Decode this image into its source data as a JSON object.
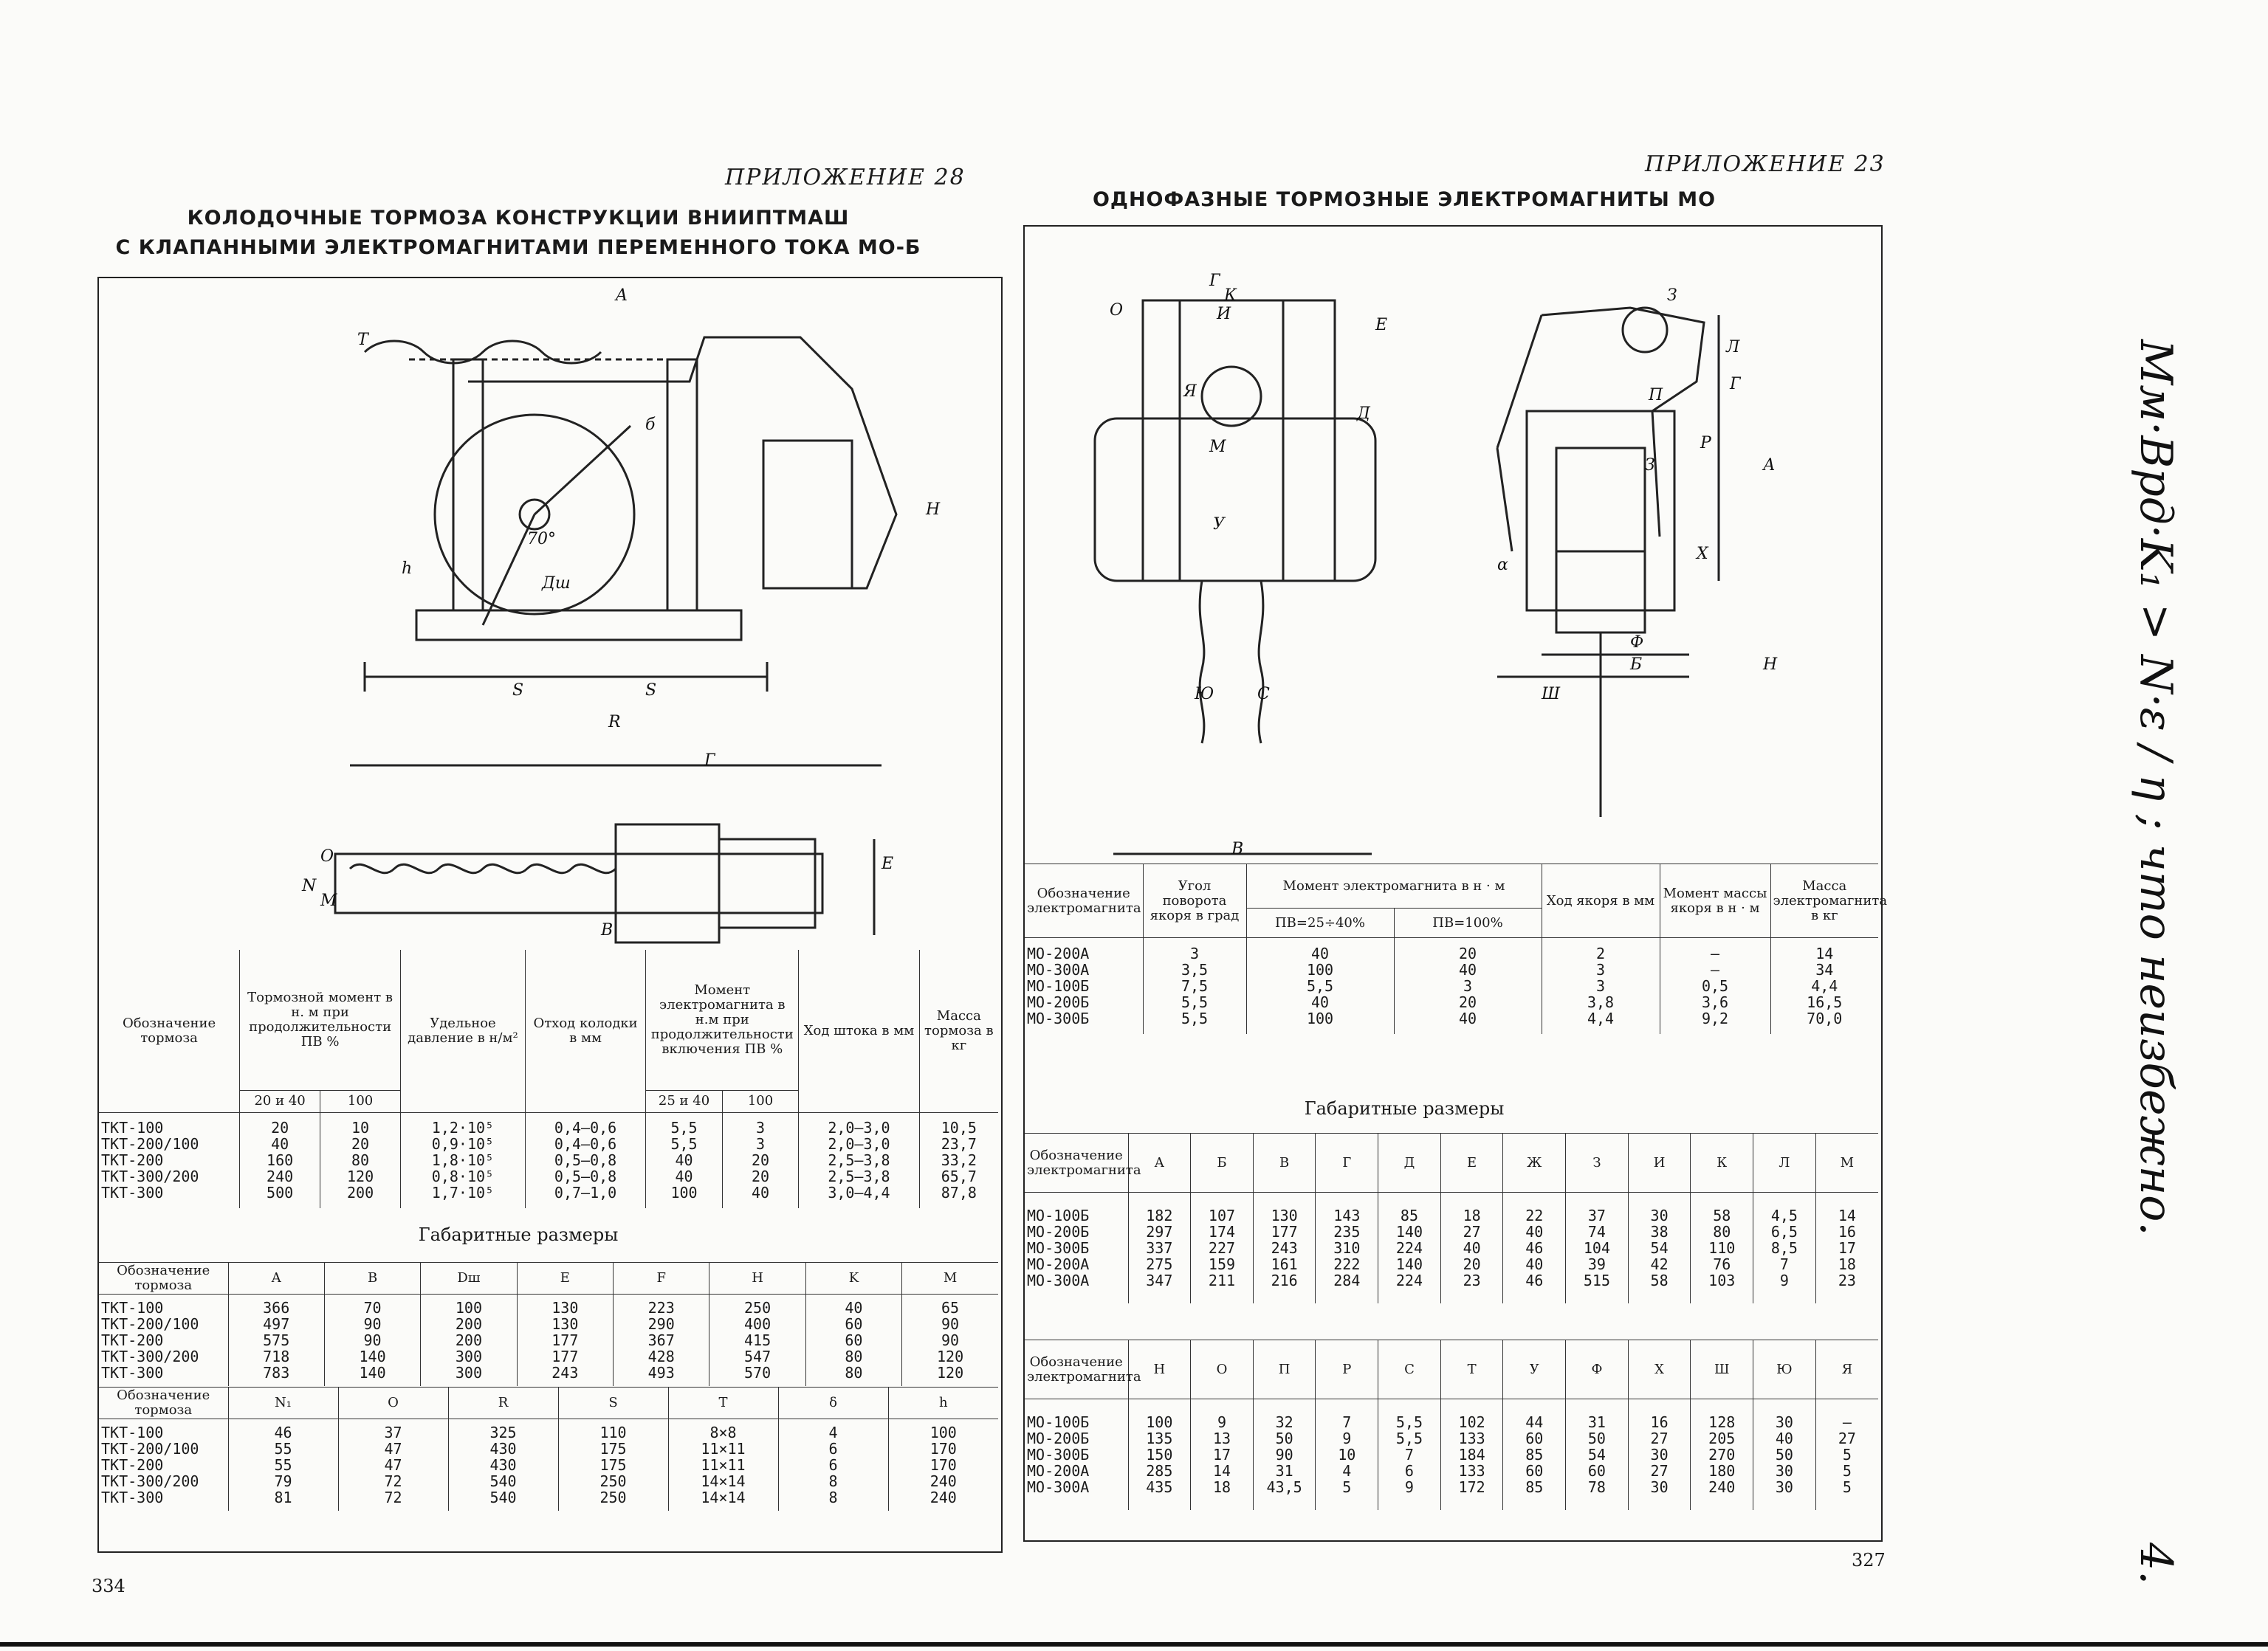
{
  "left_page": {
    "appendix": "ПРИЛОЖЕНИЕ 28",
    "title_line1": "КОЛОДОЧНЫЕ ТОРМОЗА КОНСТРУКЦИИ ВНИИПТМАШ",
    "title_line2": "С КЛАПАННЫМИ ЭЛЕКТРОМАГНИТАМИ ПЕРЕМЕННОГО ТОКА МО-Б",
    "drawing_labels": [
      "A",
      "T",
      "H",
      "h",
      "б",
      "70°",
      "Дш",
      "S",
      "S",
      "R",
      "Г",
      "O",
      "N",
      "M",
      "B",
      "E"
    ],
    "table1": {
      "headers": {
        "name": "Обозначение тормоза",
        "torque": "Тормозной момент в н. м при продолжительности ПВ %",
        "pressure": "Удельное давление в н/м²",
        "gap": "Отход колодки в мм",
        "moment": "Момент электромагнита в н.м при продолжительности включения ПВ %",
        "stroke": "Ход штока в мм",
        "mass": "Масса тормоза в кг",
        "sub_2040": "20 и 40",
        "sub_100": "100",
        "sub_2540": "25 и 40",
        "sub_100b": "100"
      },
      "names": "ТКТ-100\nТКТ-200/100\nТКТ-200\nТКТ-300/200\nТКТ-300",
      "torque_2040": "20\n40\n160\n240\n500",
      "torque_100": "10\n20\n80\n120\n200",
      "pressure": "1,2·10⁵\n0,9·10⁵\n1,8·10⁵\n0,8·10⁵\n1,7·10⁵",
      "gap": "0,4—0,6\n0,4—0,6\n0,5—0,8\n0,5—0,8\n0,7—1,0",
      "moment_2540": "5,5\n5,5\n40\n40\n100",
      "moment_100": "3\n3\n20\n20\n40",
      "stroke": "2,0—3,0\n2,0—3,0\n2,5—3,8\n2,5—3,8\n3,0—4,4",
      "mass": "10,5\n23,7\n33,2\n65,7\n87,8"
    },
    "section_title": "Габаритные размеры",
    "table2": {
      "name_header": "Обозначение тормоза",
      "cols": [
        "A",
        "B",
        "Dш",
        "E",
        "F",
        "H",
        "K",
        "M"
      ],
      "names": "ТКТ-100\nТКТ-200/100\nТКТ-200\nТКТ-300/200\nТКТ-300",
      "values": [
        "366\n497\n575\n718\n783",
        "70\n90\n90\n140\n140",
        "100\n200\n200\n300\n300",
        "130\n130\n177\n177\n243",
        "223\n290\n367\n428\n493",
        "250\n400\n415\n547\n570",
        "40\n60\n60\n80\n80",
        "65\n90\n90\n120\n120"
      ]
    },
    "table3": {
      "name_header": "Обозначение тормоза",
      "cols": [
        "N₁",
        "O",
        "R",
        "S",
        "T",
        "δ",
        "h"
      ],
      "names": "ТКТ-100\nТКТ-200/100\nТКТ-200\nТКТ-300/200\nТКТ-300",
      "values": [
        "46\n55\n55\n79\n81",
        "37\n47\n47\n72\n72",
        "325\n430\n430\n540\n540",
        "110\n175\n175\n250\n250",
        "8×8\n11×11\n11×11\n14×14\n14×14",
        "4\n6\n6\n8\n8",
        "100\n170\n170\n240\n240"
      ]
    },
    "page_number": "334"
  },
  "right_page": {
    "appendix": "ПРИЛОЖЕНИЕ 23",
    "title": "ОДНОФАЗНЫЕ ТОРМОЗНЫЕ ЭЛЕКТРОМАГНИТЫ МО",
    "drawing_labels": [
      "Г",
      "К",
      "О",
      "И",
      "Е",
      "Д",
      "Я",
      "М",
      "У",
      "Ю",
      "С",
      "В",
      "З",
      "Л",
      "Г",
      "А",
      "П",
      "Р",
      "З",
      "Х",
      "α",
      "Ф",
      "Б",
      "Ш",
      "Н"
    ],
    "table1": {
      "headers": {
        "name": "Обозначение электромагнита",
        "angle": "Угол поворота якоря в град",
        "moment": "Момент электромагнита в н · м",
        "pv1": "ПВ=25÷40%",
        "pv2": "ПВ=100%",
        "stroke": "Ход якоря в мм",
        "inertia": "Момент массы якоря в н · м",
        "mass": "Масса электромагнита в кг"
      },
      "names": "МО-200А\nМО-300А\nМО-100Б\nМО-200Б\nМО-300Б",
      "angle": "3\n3,5\n7,5\n5,5\n5,5",
      "pv1": "40\n100\n5,5\n40\n100",
      "pv2": "20\n40\n3\n20\n40",
      "stroke": "2\n3\n3\n3,8\n4,4",
      "inertia": "—\n—\n0,5\n3,6\n9,2",
      "mass": "14\n34\n4,4\n16,5\n70,0"
    },
    "section_title": "Габаритные размеры",
    "table2": {
      "name_header": "Обозначение электромагнита",
      "cols": [
        "А",
        "Б",
        "В",
        "Г",
        "Д",
        "Е",
        "Ж",
        "З",
        "И",
        "К",
        "Л",
        "М"
      ],
      "names": "МО-100Б\nМО-200Б\nМО-300Б\nМО-200А\nМО-300А",
      "values": [
        "182\n297\n337\n275\n347",
        "107\n174\n227\n159\n211",
        "130\n177\n243\n161\n216",
        "143\n235\n310\n222\n284",
        "85\n140\n224\n140\n224",
        "18\n27\n40\n20\n23",
        "22\n40\n46\n40\n46",
        "37\n74\n104\n39\n515",
        "30\n38\n54\n42\n58",
        "58\n80\n110\n76\n103",
        "4,5\n6,5\n8,5\n7\n9",
        "14\n16\n17\n18\n23"
      ]
    },
    "table3": {
      "name_header": "Обозначение электромагнита",
      "cols": [
        "Н",
        "О",
        "П",
        "Р",
        "С",
        "Т",
        "У",
        "Ф",
        "Х",
        "Ш",
        "Ю",
        "Я"
      ],
      "names": "МО-100Б\nМО-200Б\nМО-300Б\nМО-200А\nМО-300А",
      "values": [
        "100\n135\n150\n285\n435",
        "9\n13\n17\n14\n18",
        "32\n50\n90\n31\n43,5",
        "7\n9\n10\n4\n5",
        "5,5\n5,5\n7\n6\n9",
        "102\n133\n184\n133\n172",
        "44\n60\n85\n60\n85",
        "31\n50\n54\n60\n78",
        "16\n27\n30\n27\n30",
        "128\n205\n270\n180\n240",
        "30\n40\n50\n30\n30",
        "—\n27\n5\n5\n5"
      ]
    },
    "page_number": "327"
  },
  "handwritten": {
    "formula": "Mм·Врд·K₁ > N·ε / η ;  что неизбежно.",
    "number": "4."
  }
}
